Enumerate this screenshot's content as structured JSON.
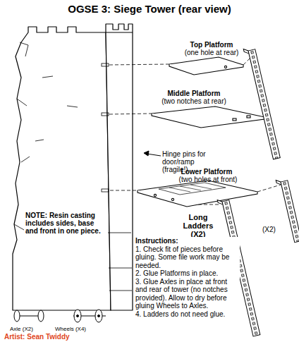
{
  "diagram": {
    "title": "OGSE 3: Siege Tower (rear view)",
    "labels": [
      "Top Platform",
      "(one hole at rear)",
      "Middle Platform",
      "(two notches at rear)",
      "Hinge pins for door/ramp (fragile!)",
      "Lower Platform",
      "(two holes at front)",
      "(X2)",
      "Long Ladders (X2)",
      "NOTE: Resin casting includes sides, base and front in one piece.",
      "Instructions:",
      "1. Check fit of pieces before gluing. Some file work may be needed.",
      "2. Glue Platforms in place.",
      "3. Glue Axles in place at front and rear of tower (no notches provided). Allow to dry before gluing Wheels to Axles.",
      "4. Ladders do not need glue.",
      "Axle (X2)",
      "Wheels (X4)",
      "Artist:  Sean Twiddy"
    ]
  }
}
